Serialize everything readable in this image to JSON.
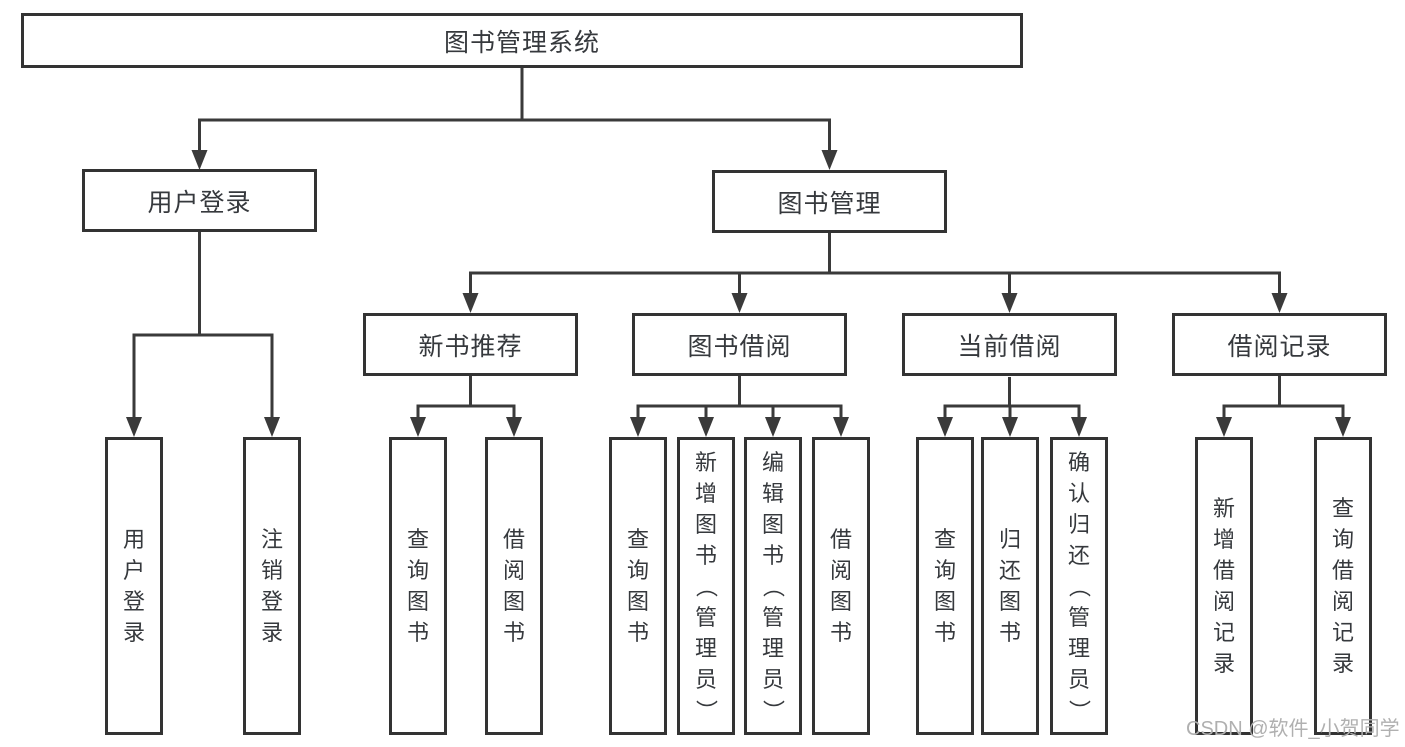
{
  "diagram": {
    "nodes": {
      "root": "图书管理系统",
      "user_login": "用户登录",
      "book_mgmt": "图书管理",
      "new_books": "新书推荐",
      "book_borrow": "图书借阅",
      "current_borrow": "当前借阅",
      "borrow_records": "借阅记录"
    },
    "leaves": {
      "user_login": [
        "用户登录",
        "注销登录"
      ],
      "new_books": [
        "查询图书",
        "借阅图书"
      ],
      "book_borrow": [
        "查询图书",
        "新增图书（管理员）",
        "编辑图书（管理员）",
        "借阅图书"
      ],
      "current_borrow": [
        "查询图书",
        "归还图书",
        "确认归还（管理员）"
      ],
      "borrow_records": [
        "新增借阅记录",
        "查询借阅记录"
      ]
    }
  },
  "watermark": {
    "text": "CSDN @软件_小贺同学"
  },
  "colors": {
    "line": "#3a3a3a",
    "box_border": "#333333",
    "text": "#36393d",
    "watermark": "#b0b0b0",
    "background": "#ffffff"
  }
}
